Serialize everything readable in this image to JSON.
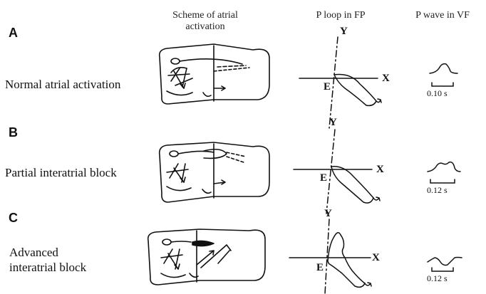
{
  "headers": {
    "scheme_line1": "Scheme of atrial",
    "scheme_line2": "activation",
    "ploop": "P loop in FP",
    "pwave": "P wave in VF"
  },
  "axis_labels": {
    "y": "Y",
    "x": "X",
    "e": "E"
  },
  "rows": [
    {
      "letter": "A",
      "label_lines": [
        "Normal atrial activation"
      ],
      "duration": "0.10 s"
    },
    {
      "letter": "B",
      "label_lines": [
        "Partial interatrial block"
      ],
      "duration": "0.12 s"
    },
    {
      "letter": "C",
      "label_lines": [
        "Advanced",
        "interatrial block"
      ],
      "duration": "0.12 s"
    }
  ]
}
